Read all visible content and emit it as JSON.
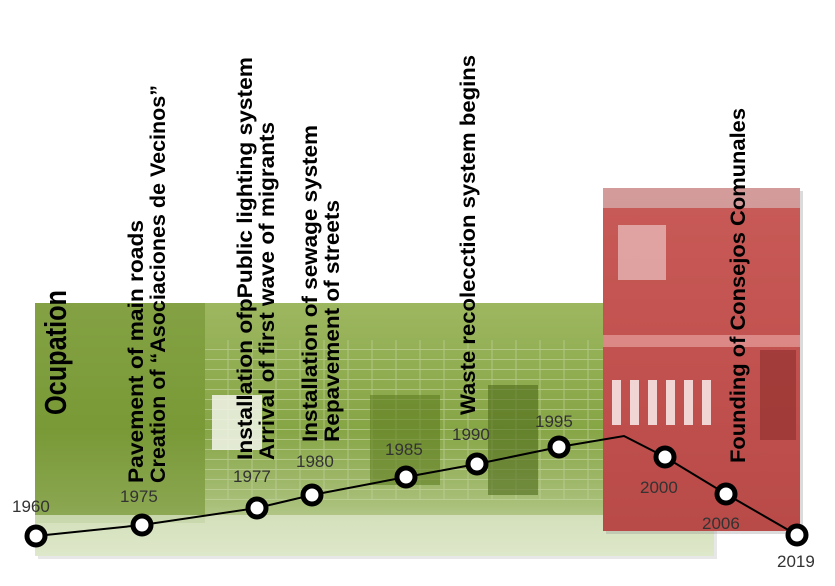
{
  "colors": {
    "green_photo": "#86a545",
    "red_photo": "#c0504d",
    "line": "#000000",
    "node_fill": "#ffffff"
  },
  "timeline": [
    {
      "year": "1960"
    },
    {
      "year": "1975"
    },
    {
      "year": "1977"
    },
    {
      "year": "1980"
    },
    {
      "year": "1985"
    },
    {
      "year": "1990"
    },
    {
      "year": "1995"
    },
    {
      "year": "2000"
    },
    {
      "year": "2006"
    },
    {
      "year": "2019"
    }
  ],
  "events": {
    "ocupation": "Ocupation",
    "pavement": "Pavement of main roads",
    "asociaciones": "Creation of “Asociaciones de Vecinos”",
    "lighting": "Installation ofpPublic lighting system",
    "migrants": "Arrival of first wave of migrants",
    "sewage": "Installation of sewage system",
    "repavement": "Repavement of streets",
    "waste": "Waste recolecction system begins",
    "consejos": "Founding of Consejos Comunales"
  }
}
